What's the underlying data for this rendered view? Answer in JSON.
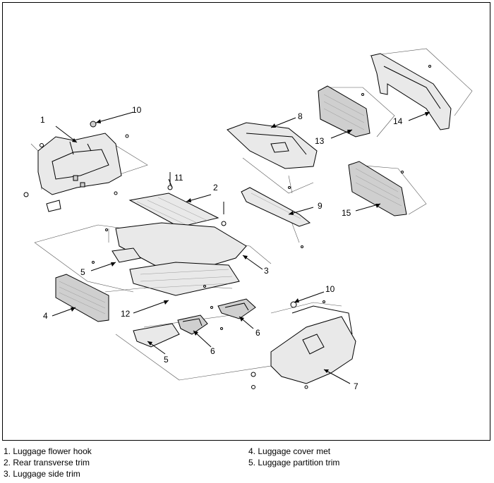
{
  "callouts": [
    {
      "n": "1"
    },
    {
      "n": "2"
    },
    {
      "n": "3"
    },
    {
      "n": "4"
    },
    {
      "n": "5"
    },
    {
      "n": "5"
    },
    {
      "n": "6"
    },
    {
      "n": "6"
    },
    {
      "n": "7"
    },
    {
      "n": "8"
    },
    {
      "n": "9"
    },
    {
      "n": "10"
    },
    {
      "n": "10"
    },
    {
      "n": "11"
    },
    {
      "n": "12"
    },
    {
      "n": "13"
    },
    {
      "n": "14"
    },
    {
      "n": "15"
    }
  ],
  "legend": [
    "1. Luggage flower hook",
    "2. Rear transverse trim",
    "3. Luggage side trim",
    "4. Luggage cover met",
    "5. Luggage partition trim"
  ]
}
